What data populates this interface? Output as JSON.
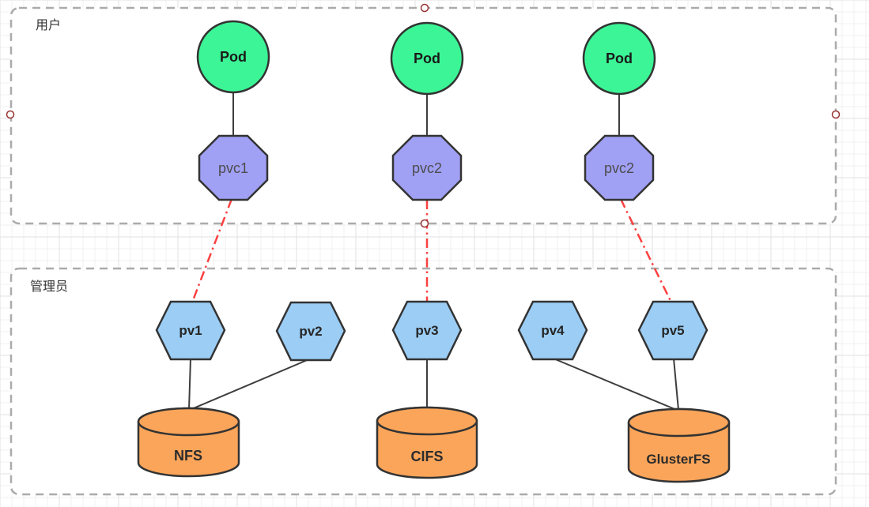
{
  "diagram": {
    "zones": [
      {
        "id": "user-zone",
        "label": "用户"
      },
      {
        "id": "admin-zone",
        "label": "管理员"
      }
    ],
    "pods": [
      {
        "label": "Pod"
      },
      {
        "label": "Pod"
      },
      {
        "label": "Pod"
      }
    ],
    "pvcs": [
      {
        "label": "pvc1"
      },
      {
        "label": "pvc2"
      },
      {
        "label": "pvc2"
      }
    ],
    "pvs": [
      {
        "label": "pv1"
      },
      {
        "label": "pv2"
      },
      {
        "label": "pv3"
      },
      {
        "label": "pv4"
      },
      {
        "label": "pv5"
      }
    ],
    "storages": [
      {
        "label": "NFS"
      },
      {
        "label": "CIFS"
      },
      {
        "label": "GlusterFS"
      }
    ],
    "edges": [
      {
        "from": "Pod#1",
        "to": "pvc1",
        "style": "solid"
      },
      {
        "from": "Pod#2",
        "to": "pvc2#2",
        "style": "solid"
      },
      {
        "from": "Pod#3",
        "to": "pvc2#3",
        "style": "solid"
      },
      {
        "from": "pvc1",
        "to": "pv1",
        "style": "red-dashdot"
      },
      {
        "from": "pvc2#2",
        "to": "pv3",
        "style": "red-dashdot"
      },
      {
        "from": "pvc2#3",
        "to": "pv5",
        "style": "red-dashdot"
      },
      {
        "from": "pv1",
        "to": "NFS",
        "style": "solid"
      },
      {
        "from": "pv2",
        "to": "NFS",
        "style": "solid"
      },
      {
        "from": "pv3",
        "to": "CIFS",
        "style": "solid"
      },
      {
        "from": "pv4",
        "to": "GlusterFS",
        "style": "solid"
      },
      {
        "from": "pv5",
        "to": "GlusterFS",
        "style": "solid"
      }
    ],
    "colors": {
      "pod_fill": "#3cf596",
      "pvc_fill": "#a0a0f5",
      "pv_fill": "#9bcdf5",
      "storage_fill": "#faa55a",
      "shape_stroke": "#333333",
      "connector": "#3d3d3d",
      "bind_line": "#fc4141",
      "zone_border": "#ababab",
      "handle_stroke": "#993333",
      "grid_minor": "#f0f0f0",
      "grid_major": "#e2e2e2"
    }
  }
}
